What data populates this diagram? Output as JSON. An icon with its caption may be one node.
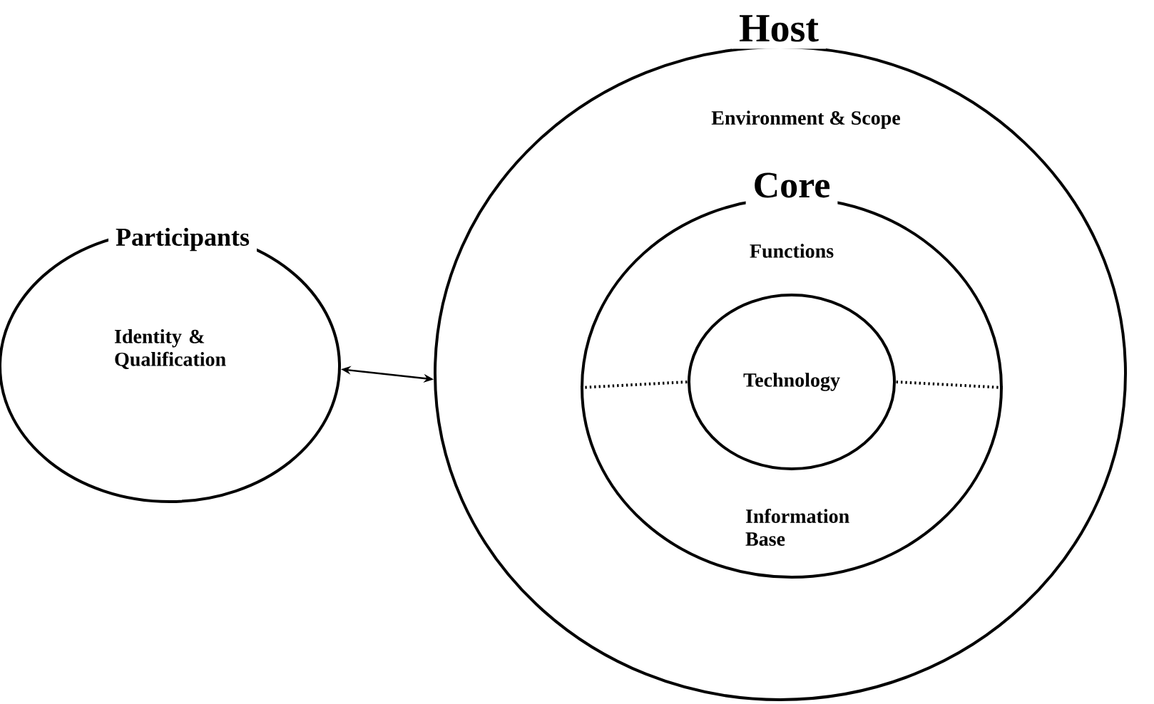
{
  "diagram": {
    "nodes": [
      {
        "text": [
          "Host",
          "Environment & Scope"
        ]
      },
      {
        "text": [
          "Core",
          "Functions",
          "Information Base"
        ],
        "in": 0
      },
      {
        "text": [
          "Technology"
        ],
        "in": 1
      },
      {
        "text": [
          "Participants",
          "Identity & Qualification"
        ]
      }
    ],
    "edges": [
      {
        "from": 3,
        "to": 0,
        "arrow": "both"
      },
      {
        "from": 1,
        "to": 2,
        "arrow": "none",
        "style": "dashed"
      },
      {
        "from": 1,
        "to": 2,
        "arrow": "none",
        "style": "dashed"
      }
    ]
  }
}
